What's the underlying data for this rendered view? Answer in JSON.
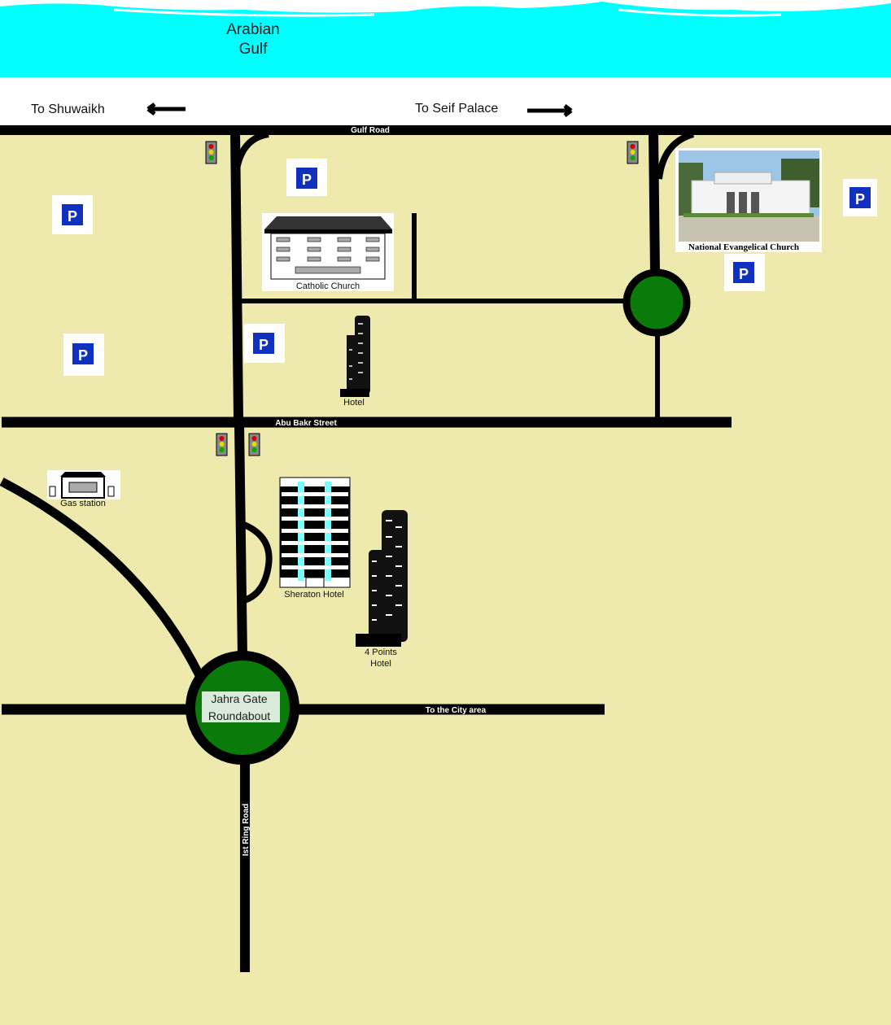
{
  "sea": {
    "name_line1": "Arabian",
    "name_line2": "Gulf"
  },
  "directions": {
    "left": "To Shuwaikh",
    "right": "To Seif Palace"
  },
  "roads": {
    "gulf_road": "Gulf Road",
    "abu_bakr": "Abu Bakr Street",
    "city": "To the City area",
    "ring_road": "Ist Ring Road"
  },
  "roundabout": {
    "line1": "Jahra Gate",
    "line2": "Roundabout"
  },
  "landmarks": {
    "catholic_church": "Catholic Church",
    "hotel": "Hotel",
    "sheraton": "Sheraton Hotel",
    "four_points_1": "4 Points",
    "four_points_2": "Hotel",
    "gas_station": "Gas station",
    "evangelical_church": "National Evangelical Church"
  },
  "parking_symbol": "P",
  "colors": {
    "sea": "#00FFFF",
    "land": "#EEEAAE",
    "road": "#000000",
    "green": "#0A7A0A",
    "parking": "#1030C0"
  }
}
